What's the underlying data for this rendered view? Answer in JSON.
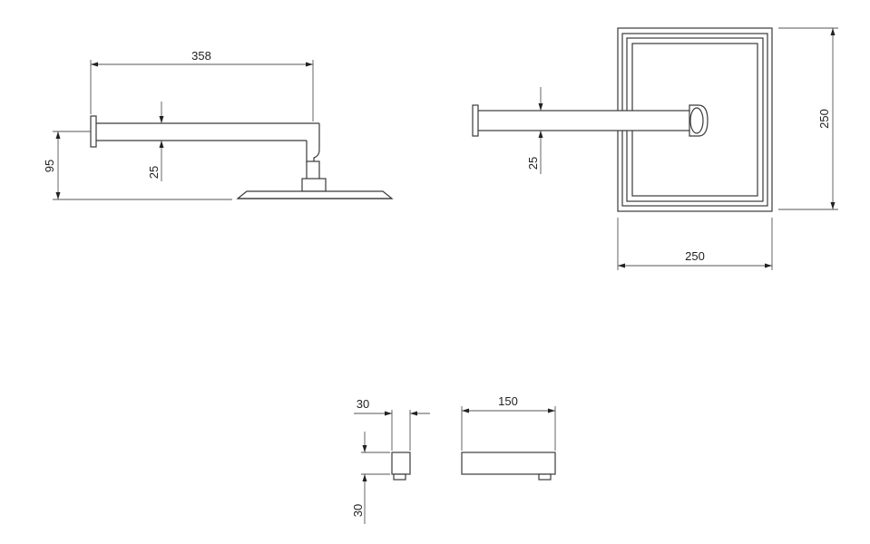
{
  "drawing": {
    "side_view": {
      "arm_length": "358",
      "drop_height": "95",
      "arm_diameter": "25"
    },
    "top_view": {
      "arm_diameter": "25",
      "head_height": "250",
      "head_width": "250"
    },
    "spout_view": {
      "spout_thickness": "30",
      "spout_height": "30",
      "spout_width": "150"
    }
  }
}
